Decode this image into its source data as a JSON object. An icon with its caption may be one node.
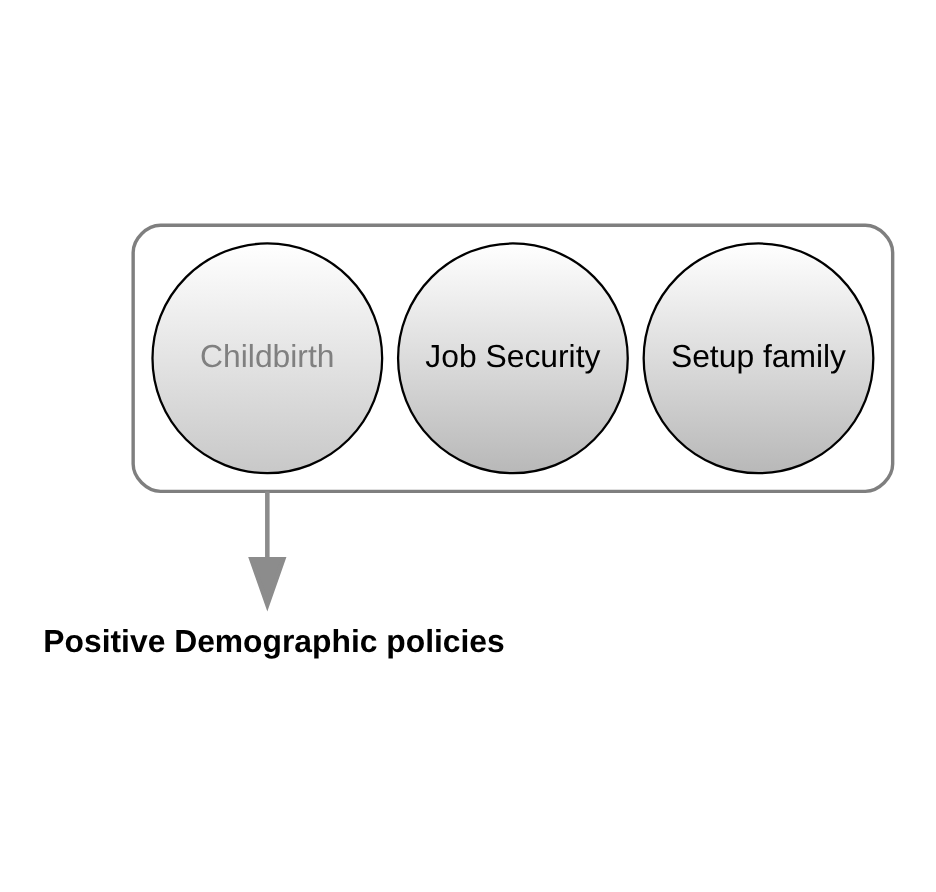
{
  "diagram": {
    "nodes": [
      {
        "text": [],
        "shape": "funnel"
      },
      {
        "text": [
          "Setup family"
        ],
        "in": 0
      },
      {
        "text": [
          "Job Security"
        ],
        "in": 0
      },
      {
        "text": [
          "Childbirth"
        ],
        "in": 0
      },
      {
        "text": [
          "Positive Demographic policies"
        ]
      }
    ],
    "edges": [
      {
        "from": 0,
        "to": 4,
        "arrow": "to"
      }
    ]
  }
}
